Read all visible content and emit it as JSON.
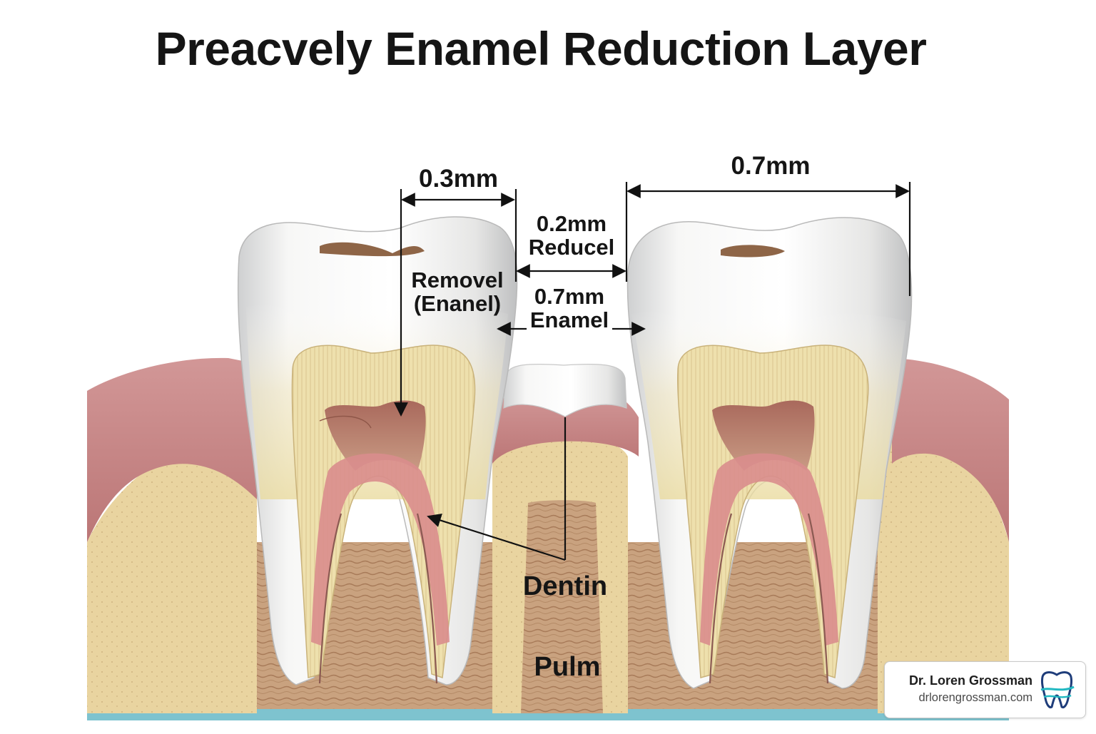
{
  "title": "Preacvely Enamel Reduction Layer",
  "labels": {
    "left_width": "0.3mm",
    "right_width": "0.7mm",
    "gap_reduce": [
      "0.2mm",
      "Reducel"
    ],
    "removel": [
      "Removel",
      "(Enanel)"
    ],
    "gap_enamel": [
      "0.7mm",
      "Enamel"
    ],
    "dentin": "Dentin",
    "pulm": "Pulm"
  },
  "brand": {
    "name": "Dr. Loren Grossman",
    "url": "drlorengrossman.com",
    "logo_icon": "tooth-icon"
  },
  "colors": {
    "gum": "#c98686",
    "bone": "#e8d3a0",
    "root_tissue": "#c7a07e",
    "enamel": "#f4f2ee",
    "dentin": "#efe0a8",
    "pulp": "#b98272",
    "blood": "#7ec3cf"
  }
}
